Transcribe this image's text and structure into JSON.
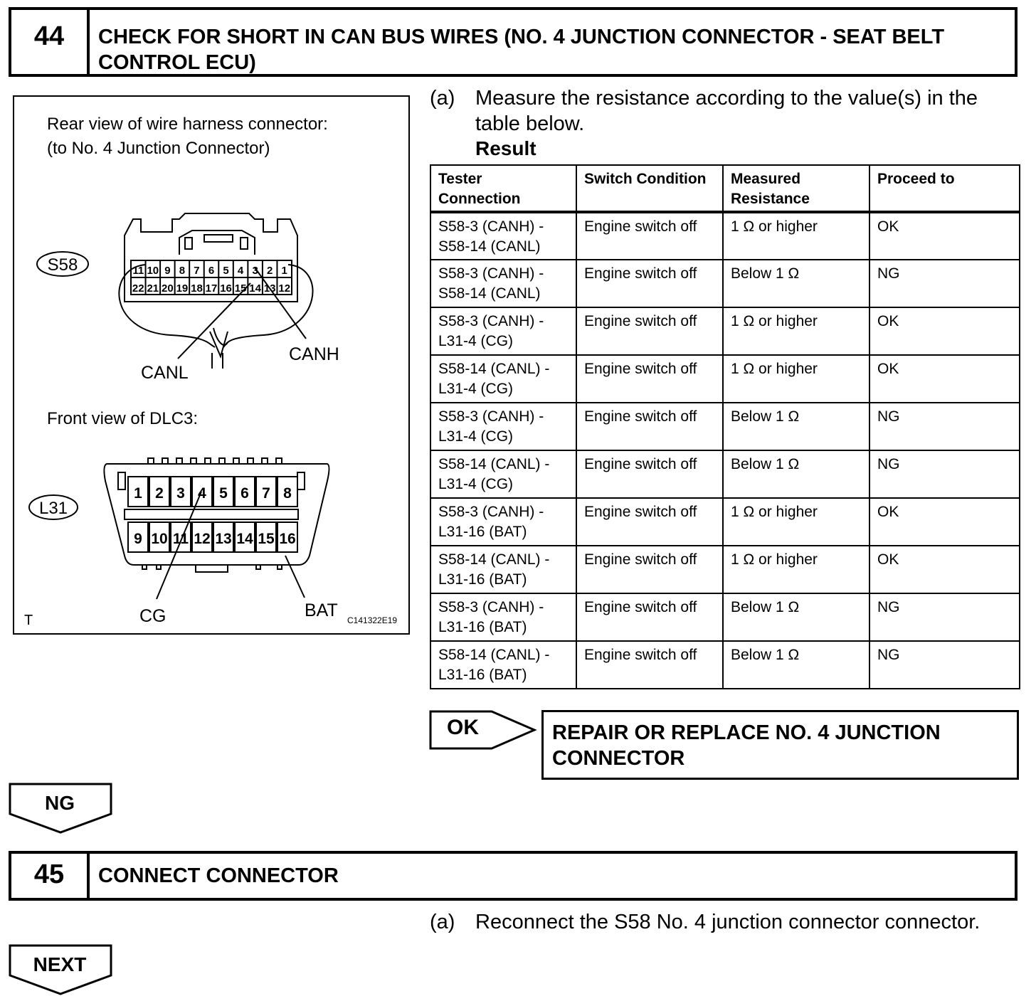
{
  "step44": {
    "number": "44",
    "title": "CHECK FOR SHORT IN CAN BUS WIRES (NO. 4 JUNCTION CONNECTOR - SEAT BELT CONTROL ECU)"
  },
  "figure": {
    "rear_view_caption_1": "Rear view of wire harness connector:",
    "rear_view_caption_2": "(to No. 4 Junction Connector)",
    "s58_label": "S58",
    "s58_top_pins": [
      "11",
      "10",
      "9",
      "8",
      "7",
      "6",
      "5",
      "4",
      "3",
      "2",
      "1"
    ],
    "s58_bottom_pins": [
      "22",
      "21",
      "20",
      "19",
      "18",
      "17",
      "16",
      "15",
      "14",
      "13",
      "12"
    ],
    "canl_label": "CANL",
    "canh_label": "CANH",
    "front_view_caption": "Front view of DLC3:",
    "l31_label": "L31",
    "dlc3_top_pins": [
      "1",
      "2",
      "3",
      "4",
      "5",
      "6",
      "7",
      "8"
    ],
    "dlc3_bottom_pins": [
      "9",
      "10",
      "11",
      "12",
      "13",
      "14",
      "15",
      "16"
    ],
    "cg_label": "CG",
    "bat_label": "BAT",
    "corner_mark": "T",
    "figure_code": "C141322E19"
  },
  "instruction44": {
    "label": "(a)",
    "text_line1": "Measure the resistance according to the value(s) in the",
    "text_line2": "table below."
  },
  "result_label": "Result",
  "result_table": {
    "headers": [
      [
        "Tester",
        "Connection"
      ],
      [
        "Switch Condition",
        ""
      ],
      [
        "Measured",
        "Resistance"
      ],
      [
        "Proceed to",
        ""
      ]
    ],
    "rows": [
      {
        "c1a": "S58-3 (CANH) -",
        "c1b": "S58-14 (CANL)",
        "c2": "Engine switch off",
        "c3": "1 Ω or higher",
        "c4": "OK"
      },
      {
        "c1a": "S58-3 (CANH) -",
        "c1b": "S58-14 (CANL)",
        "c2": "Engine switch off",
        "c3": "Below 1 Ω",
        "c4": "NG"
      },
      {
        "c1a": "S58-3 (CANH) -",
        "c1b": "L31-4 (CG)",
        "c2": "Engine switch off",
        "c3": "1 Ω or higher",
        "c4": "OK"
      },
      {
        "c1a": "S58-14 (CANL) -",
        "c1b": "L31-4 (CG)",
        "c2": "Engine switch off",
        "c3": "1 Ω or higher",
        "c4": "OK"
      },
      {
        "c1a": "S58-3 (CANH) -",
        "c1b": "L31-4 (CG)",
        "c2": "Engine switch off",
        "c3": "Below 1 Ω",
        "c4": "NG"
      },
      {
        "c1a": "S58-14 (CANL) -",
        "c1b": "L31-4 (CG)",
        "c2": "Engine switch off",
        "c3": "Below 1 Ω",
        "c4": "NG"
      },
      {
        "c1a": "S58-3 (CANH) -",
        "c1b": "L31-16 (BAT)",
        "c2": "Engine switch off",
        "c3": "1 Ω or higher",
        "c4": "OK"
      },
      {
        "c1a": "S58-14 (CANL) -",
        "c1b": "L31-16 (BAT)",
        "c2": "Engine switch off",
        "c3": "1 Ω or higher",
        "c4": "OK"
      },
      {
        "c1a": "S58-3 (CANH) -",
        "c1b": "L31-16 (BAT)",
        "c2": "Engine switch off",
        "c3": "Below 1 Ω",
        "c4": "NG"
      },
      {
        "c1a": "S58-14 (CANL) -",
        "c1b": "L31-16 (BAT)",
        "c2": "Engine switch off",
        "c3": "Below 1 Ω",
        "c4": "NG"
      }
    ]
  },
  "ok_branch": {
    "label": "OK",
    "action_line1": "REPAIR OR REPLACE NO. 4 JUNCTION",
    "action_line2": "CONNECTOR"
  },
  "ng_branch": {
    "label": "NG"
  },
  "step45": {
    "number": "45",
    "title": "CONNECT CONNECTOR"
  },
  "instruction45": {
    "label": "(a)",
    "text": "Reconnect the S58 No. 4 junction connector connector."
  },
  "next_label": "NEXT"
}
